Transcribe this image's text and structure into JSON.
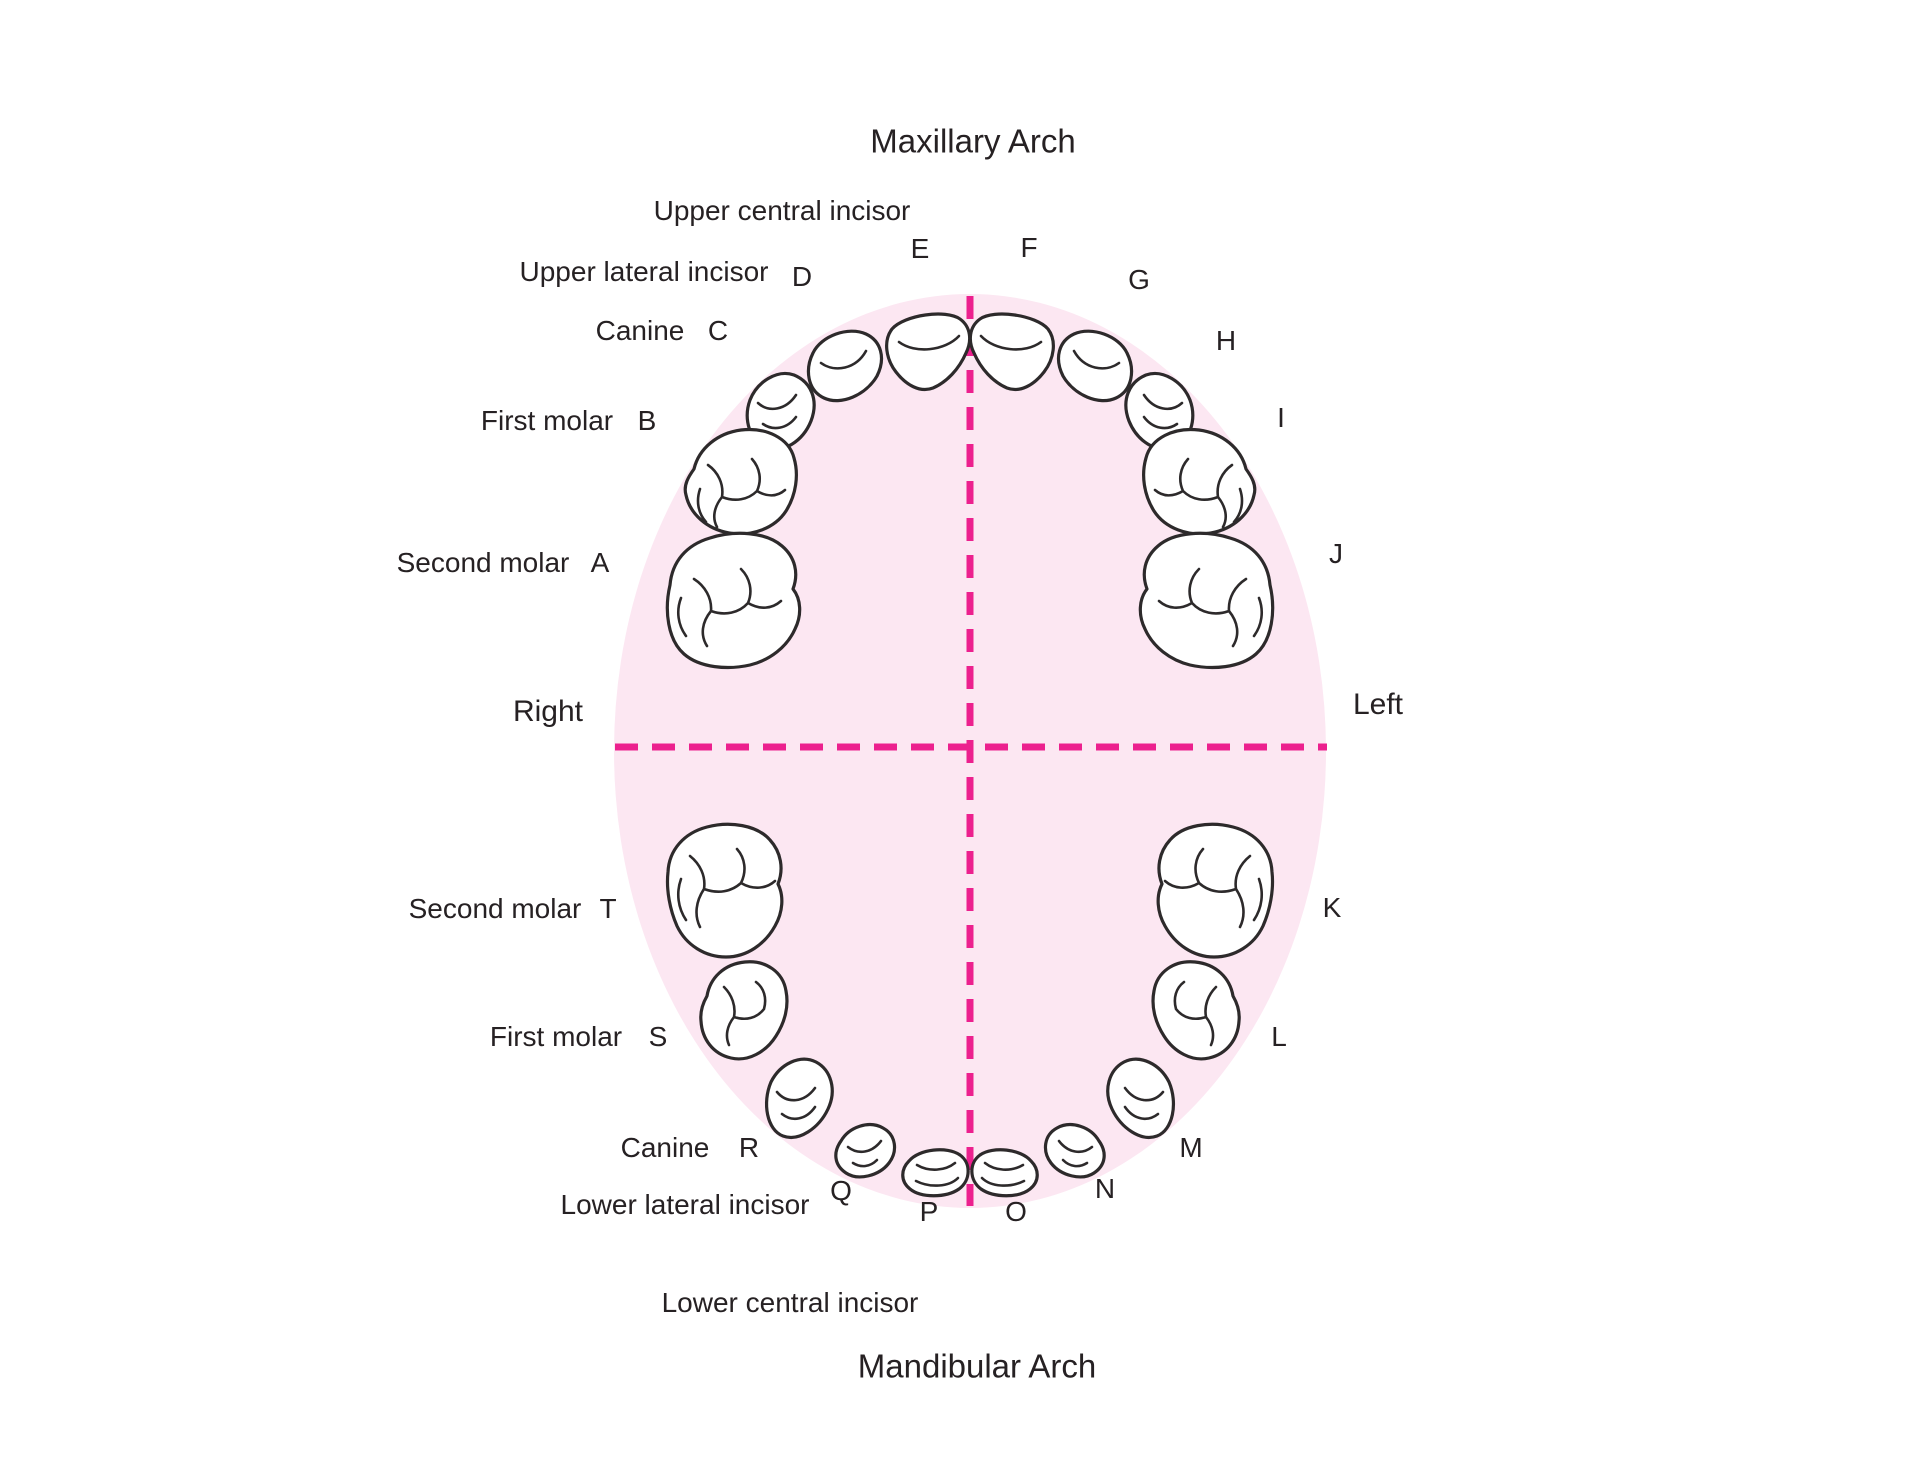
{
  "diagram": {
    "title_top": "Maxillary Arch",
    "title_bottom": "Mandibular Arch",
    "side_labels": {
      "left": "Right",
      "right": "Left"
    },
    "colors": {
      "background": "#ffffff",
      "arch_fill": "#fce7f2",
      "midline_pink": "#ec208e",
      "text": "#262123",
      "tooth_outline": "#2d2a2b",
      "tooth_fill": "#ffffff"
    },
    "upper_labels": [
      "Upper central incisor",
      "Upper lateral incisor",
      "Canine",
      "First molar",
      "Second molar"
    ],
    "lower_labels": [
      "Second molar",
      "First molar",
      "Canine",
      "Lower lateral incisor",
      "Lower central incisor"
    ],
    "letters_upper": [
      "A",
      "B",
      "C",
      "D",
      "E",
      "F",
      "G",
      "H",
      "I",
      "J"
    ],
    "letters_lower": [
      "K",
      "L",
      "M",
      "N",
      "O",
      "P",
      "Q",
      "R",
      "S",
      "T"
    ]
  }
}
